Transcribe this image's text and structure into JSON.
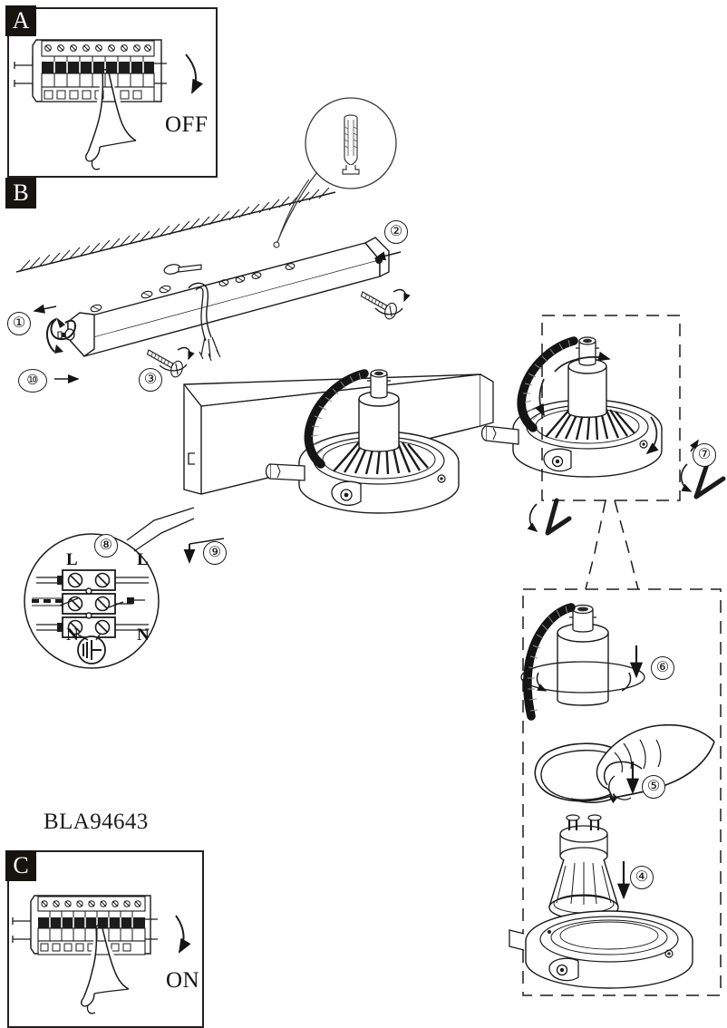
{
  "document": {
    "type": "installation-instruction-sheet",
    "product_code": "BLA94643",
    "orientation": "portrait"
  },
  "panels": [
    {
      "id": "A",
      "badge": "A",
      "caption": "OFF",
      "description": "Switch the circuit breaker OFF before installation",
      "icon": "circuit-breaker-panel-with-hand"
    },
    {
      "id": "B",
      "badge": "B",
      "description": "Mount bracket to wall and assemble spotlight bar"
    },
    {
      "id": "C",
      "badge": "C",
      "caption": "ON",
      "description": "Switch the circuit breaker back ON after installation",
      "icon": "circuit-breaker-panel-with-hand"
    }
  ],
  "steps": [
    {
      "number": "1",
      "label": "①",
      "area": "bracket-left-end"
    },
    {
      "number": "2",
      "label": "②",
      "area": "bracket-right-end"
    },
    {
      "number": "3",
      "label": "③",
      "area": "wall-screw"
    },
    {
      "number": "4",
      "label": "④",
      "area": "gu10-lamp-insert"
    },
    {
      "number": "5",
      "label": "⑤",
      "area": "retaining-ring-fit"
    },
    {
      "number": "6",
      "label": "⑥",
      "area": "lamp-housing-fit"
    },
    {
      "number": "7",
      "label": "⑦",
      "area": "hex-key-adjust"
    },
    {
      "number": "8",
      "label": "⑧",
      "area": "terminal-block-wiring"
    },
    {
      "number": "9",
      "label": "⑨",
      "area": "bar-slide-down"
    },
    {
      "number": "10",
      "label": "⑩",
      "area": "bracket-lock-screw"
    }
  ],
  "wiring_detail": {
    "step": "⑧",
    "terminals": [
      {
        "position": "top-left",
        "label": "L"
      },
      {
        "position": "top-right",
        "label": "L"
      },
      {
        "position": "bottom-left",
        "label": "N"
      },
      {
        "position": "bottom-right",
        "label": "N"
      }
    ],
    "earth_symbol": "protective-earth",
    "rows": 3
  },
  "callouts": {
    "wall_anchor": {
      "icon": "wall-plug-dowel",
      "description": "Magnified view of wall anchor in drilled hole"
    }
  },
  "colors": {
    "ink": "#1b1b1b",
    "paper": "#ffffff",
    "badge_bg": "#17140f",
    "badge_fg": "#ffffff",
    "cable": "#141414"
  }
}
